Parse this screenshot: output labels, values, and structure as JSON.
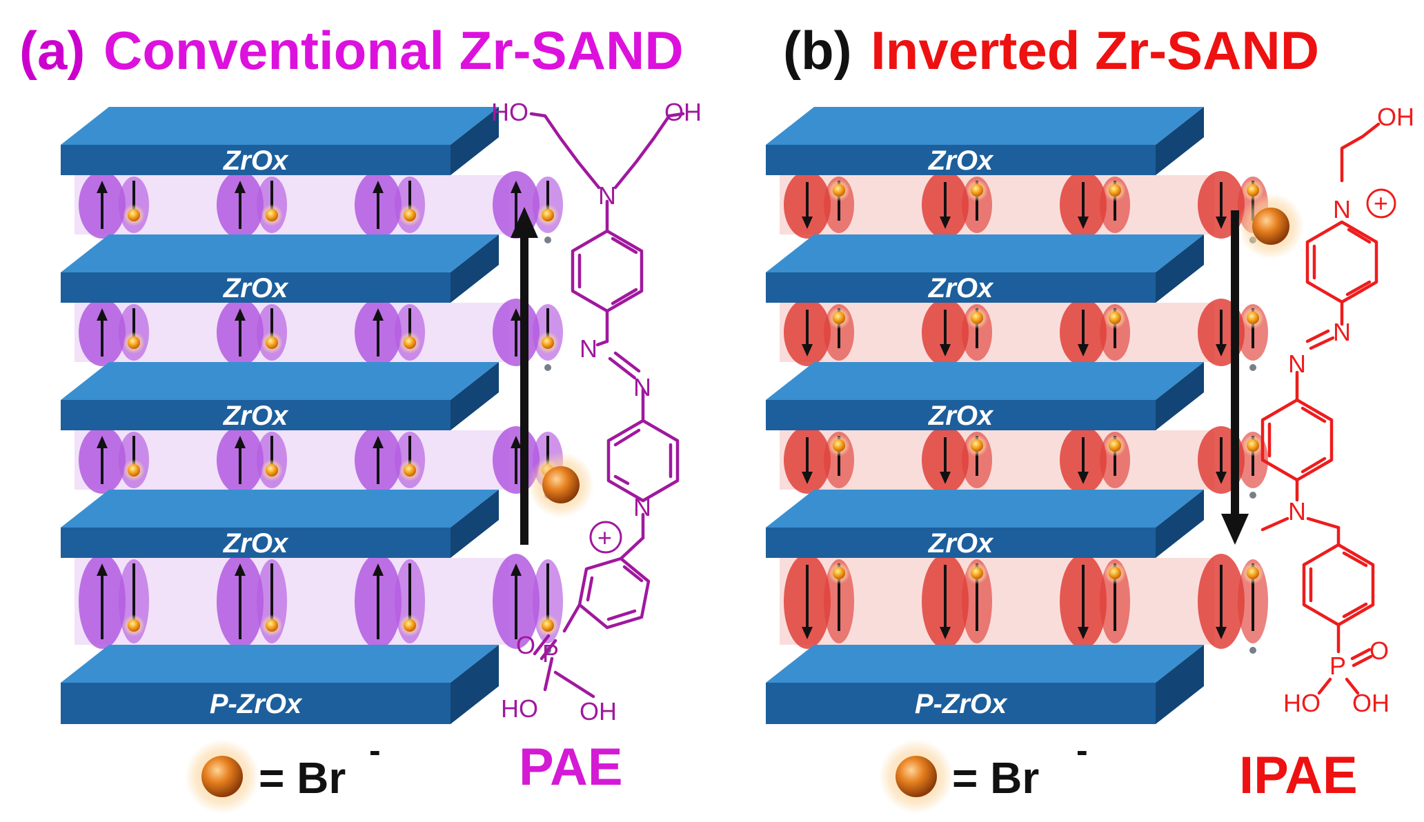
{
  "panel_a": {
    "tag": "(a)",
    "title": "Conventional Zr-SAND",
    "tag_color": "#cc00cc",
    "title_color": "#dd11dd",
    "layers": [
      "ZrOx",
      "ZrOx",
      "ZrOx",
      "ZrOx"
    ],
    "substrate": "P-ZrOx",
    "dipole_direction": "up",
    "dipole_color": "#b35be0",
    "molecule": {
      "name": "PAE",
      "name_color": "#d41ad4",
      "color": "#a0189e",
      "atoms": {
        "ho_top_left": "HO",
        "oh_top_right": "OH",
        "n_amine": "N",
        "n_azo_1": "N",
        "n_azo_2": "N",
        "n_pyridinium": "N",
        "charge": "+",
        "o_phosphonate": "O",
        "p_phosphorus": "P",
        "ho_bottom": "HO",
        "oh_bottom": "OH"
      }
    },
    "legend": {
      "equals": "= Br",
      "sup": "-"
    }
  },
  "panel_b": {
    "tag": "(b)",
    "title": "Inverted Zr-SAND",
    "tag_color": "#111111",
    "title_color": "#ee1111",
    "layers": [
      "ZrOx",
      "ZrOx",
      "ZrOx",
      "ZrOx"
    ],
    "substrate": "P-ZrOx",
    "dipole_direction": "down",
    "dipole_color": "#e0413a",
    "molecule": {
      "name": "IPAE",
      "name_color": "#ee1111",
      "color": "#ee1c1c",
      "atoms": {
        "oh_top": "OH",
        "n_pyridinium": "N",
        "charge": "+",
        "n_azo_1": "N",
        "n_azo_2": "N",
        "n_amine": "N",
        "o_phosphonate": "O",
        "p_phosphorus": "P",
        "ho_bottom": "HO",
        "oh_bottom": "OH"
      }
    },
    "legend": {
      "equals": "= Br",
      "sup": "-"
    }
  },
  "colors": {
    "slab_top": "#3a8fd0",
    "slab_front": "#1d5f9c",
    "slab_side": "#124475",
    "arrow": "#111111",
    "ion_orange": "#e0701c",
    "ion_glow": "#f7c98a",
    "gap_fill": "#2e73b8"
  }
}
